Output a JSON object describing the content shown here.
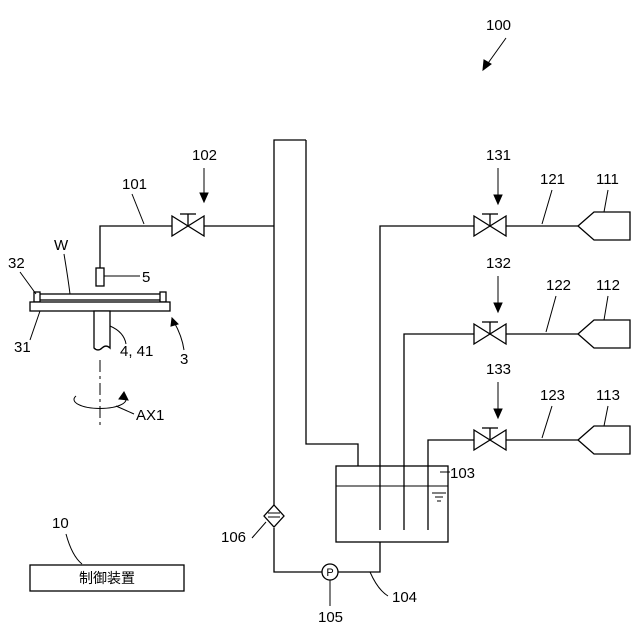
{
  "labels": {
    "system": "100",
    "valve_main": "102",
    "pipe_main": "101",
    "nozzle": "5",
    "substrate": "W",
    "pin": "32",
    "chuck": "31",
    "shaft": "4, 41",
    "holder": "3",
    "axis": "AX1",
    "controller_ref": "10",
    "controller_text": "制御装置",
    "filter": "106",
    "pump": "105",
    "pump_pipe": "104",
    "tank": "103",
    "valve_1": "131",
    "valve_2": "132",
    "valve_3": "133",
    "pipe_1": "121",
    "pipe_2": "122",
    "pipe_3": "123",
    "source_1": "111",
    "source_2": "112",
    "source_3": "113",
    "pump_symbol": "P"
  }
}
